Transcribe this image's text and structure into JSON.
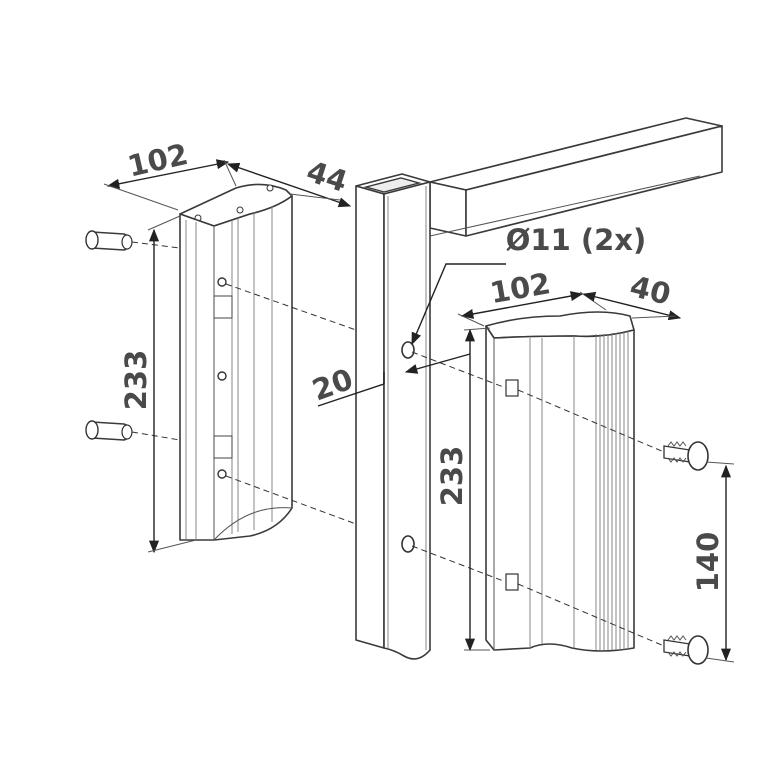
{
  "dimensions": {
    "left_width": "102",
    "left_depth": "44",
    "left_height": "233",
    "post_offset": "20",
    "hole_diameter": "Ø11 (2x)",
    "right_width": "102",
    "right_depth": "40",
    "right_height": "233",
    "screw_spacing": "140"
  },
  "colors": {
    "line": "#3a3a3a",
    "text": "#4a4a4a",
    "background": "#ffffff"
  }
}
